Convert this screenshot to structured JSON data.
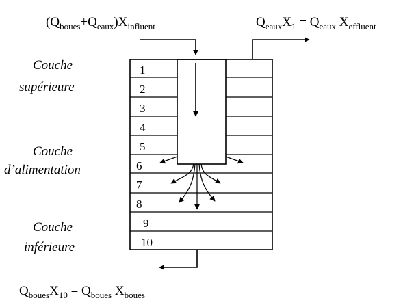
{
  "equations": {
    "influent": {
      "open": "(Q",
      "sub1": "boues",
      "plus": "+Q",
      "sub2": "eaux",
      "close": ")X",
      "sub3": "influent"
    },
    "effluent": {
      "q": "Q",
      "sub1": "eaux",
      "x": "X",
      "sub2": "1",
      "eq": " = Q",
      "sub3": "eaux",
      "x2": " X",
      "sub4": "effluent"
    },
    "sludge": {
      "q": "Q",
      "sub1": "boues",
      "x": "X",
      "sub2": "10",
      "eq": " = Q",
      "sub3": "boues",
      "x2": " X",
      "sub4": "boues"
    }
  },
  "zones": {
    "upper": {
      "line1": "Couche",
      "line2": "supérieure"
    },
    "feed": {
      "line1": "Couche",
      "line2": "d’alimentation"
    },
    "lower": {
      "line1": "Couche",
      "line2": "inférieure"
    }
  },
  "layers": [
    "1",
    "2",
    "3",
    "4",
    "5",
    "6",
    "7",
    "8",
    "9",
    "10"
  ]
}
